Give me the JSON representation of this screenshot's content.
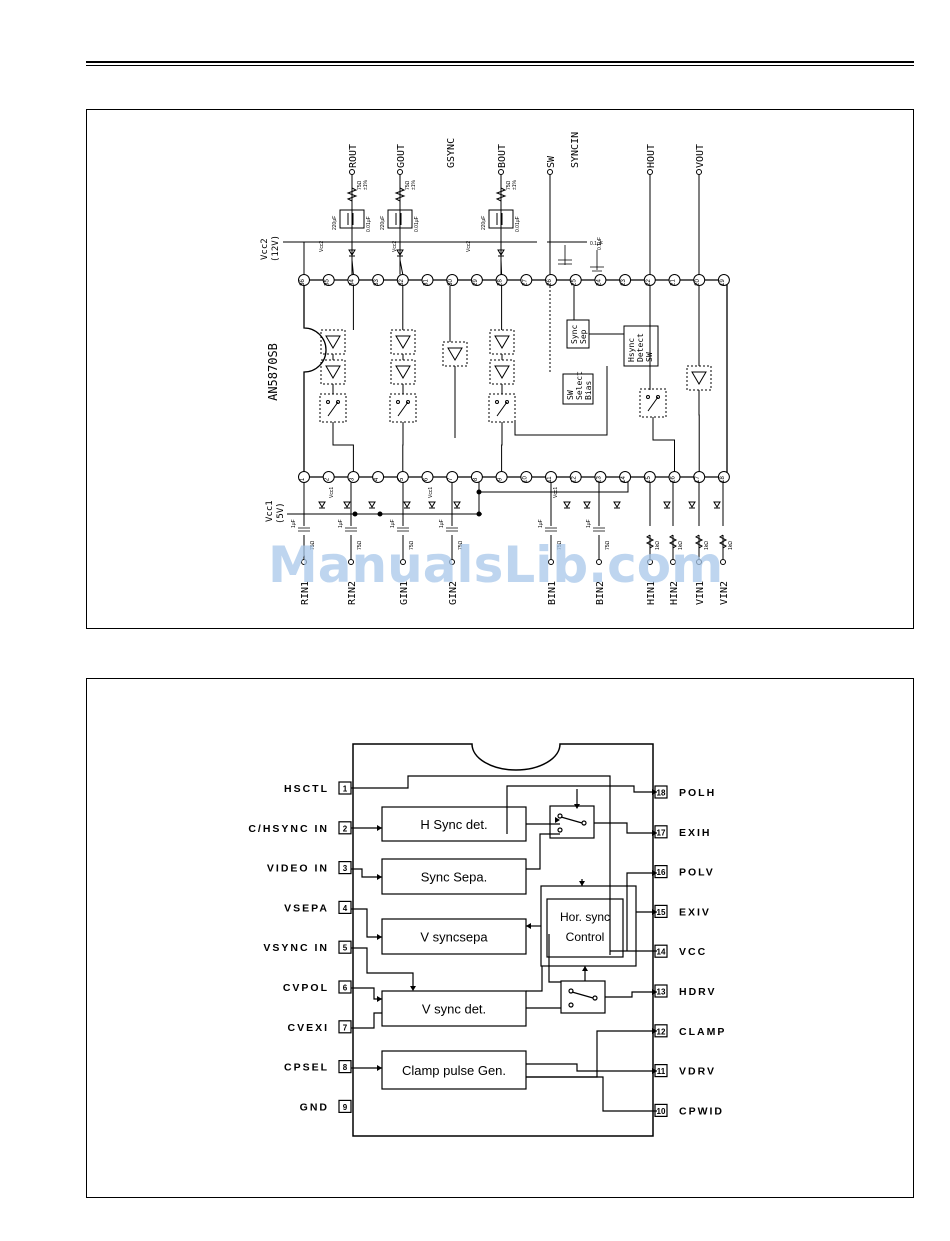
{
  "top_diagram": {
    "ic_name": "AN5870SB",
    "top_labels": [
      "ROUT",
      "GOUT",
      "GSYNC",
      "BOUT",
      "SW",
      "SYNCIN",
      "HOUT",
      "VOUT"
    ],
    "vcc2": [
      "Vcc2",
      "(12V)"
    ],
    "vcc1": [
      "Vcc1",
      "(5V)"
    ],
    "bottom_labels": [
      "RIN1",
      "RIN2",
      "GIN1",
      "GIN2",
      "BIN1",
      "BIN2",
      "HIN1",
      "HIN2",
      "VIN1",
      "VIN2"
    ],
    "top_pins": [
      "36",
      "35",
      "34",
      "33",
      "32",
      "31",
      "30",
      "29",
      "28",
      "27",
      "26",
      "25",
      "24",
      "23",
      "22",
      "21",
      "20",
      "19"
    ],
    "bottom_pins": [
      "1",
      "2",
      "3",
      "4",
      "5",
      "6",
      "7",
      "8",
      "9",
      "10",
      "11",
      "12",
      "13",
      "14",
      "15",
      "16",
      "17",
      "18"
    ],
    "blocks": {
      "sync_sep": [
        "Sync",
        "Sep"
      ],
      "hsync_detect": [
        "Hsync",
        "Detect",
        "SW"
      ],
      "sw_select": [
        "SW",
        "Select",
        "Bias"
      ]
    },
    "component_values": {
      "out_res": [
        "75Ω",
        "±1%"
      ],
      "cap_220": "220μF",
      "cap_001": "0.01μF",
      "cap_01": "0.1μF",
      "cap_1u": "1μF",
      "res_1k": "1kΩ",
      "vcc1": "Vcc1",
      "vcc2": "Vcc2"
    }
  },
  "bottom_diagram": {
    "left_pins": [
      {
        "num": "1",
        "label": "HSCTL"
      },
      {
        "num": "2",
        "label": "C/HSYNC IN"
      },
      {
        "num": "3",
        "label": "VIDEO IN"
      },
      {
        "num": "4",
        "label": "VSEPA"
      },
      {
        "num": "5",
        "label": "VSYNC IN"
      },
      {
        "num": "6",
        "label": "CVPOL"
      },
      {
        "num": "7",
        "label": "CVEXI"
      },
      {
        "num": "8",
        "label": "CPSEL"
      },
      {
        "num": "9",
        "label": "GND"
      }
    ],
    "right_pins": [
      {
        "num": "18",
        "label": "POLH"
      },
      {
        "num": "17",
        "label": "EXIH"
      },
      {
        "num": "16",
        "label": "POLV"
      },
      {
        "num": "15",
        "label": "EXIV"
      },
      {
        "num": "14",
        "label": "VCC"
      },
      {
        "num": "13",
        "label": "HDRV"
      },
      {
        "num": "12",
        "label": "CLAMP"
      },
      {
        "num": "11",
        "label": "VDRV"
      },
      {
        "num": "10",
        "label": "CPWID"
      }
    ],
    "blocks": {
      "h_sync_det": "H Sync det.",
      "sync_sepa": "Sync Sepa.",
      "v_syncsepa": "V syncsepa",
      "v_sync_det": "V sync det.",
      "clamp_pulse": "Clamp pulse Gen.",
      "hor_sync_control": [
        "Hor. sync",
        "Control"
      ]
    }
  },
  "watermark": "ManualsLib.com"
}
